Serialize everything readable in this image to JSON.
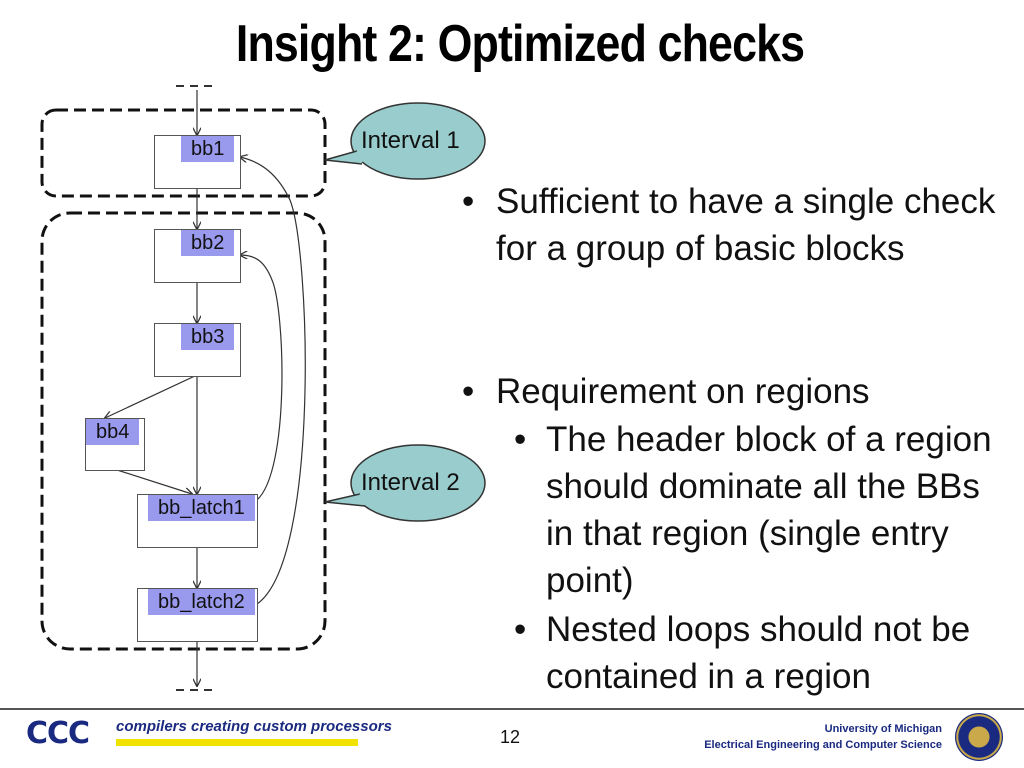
{
  "title": "Insight 2: Optimized checks",
  "diagram": {
    "blocks": [
      {
        "id": "bb1",
        "label": "bb1"
      },
      {
        "id": "bb2",
        "label": "bb2"
      },
      {
        "id": "bb3",
        "label": "bb3"
      },
      {
        "id": "bb4",
        "label": "bb4"
      },
      {
        "id": "bb_latch1",
        "label": "bb_latch1"
      },
      {
        "id": "bb_latch2",
        "label": "bb_latch2"
      }
    ],
    "callouts": {
      "interval1": "Interval 1",
      "interval2": "Interval 2"
    }
  },
  "bullets": [
    {
      "text": "Sufficient to have a single check for a group of basic blocks"
    },
    {
      "text": "Requirement on regions"
    }
  ],
  "sub_bullets": [
    {
      "text": "The header block of a region should dominate all the BBs in that region (single entry point)"
    },
    {
      "text": "Nested loops should not be contained in a region"
    }
  ],
  "footer": {
    "logo_text": "CCC",
    "tagline": "compilers creating custom processors",
    "page_number": "12",
    "university": "University of Michigan",
    "department": "Electrical Engineering and Computer Science"
  },
  "colors": {
    "block_label_bg": "#9999ee",
    "callout_fill": "#99cccc",
    "logo_blue": "#1a2a80",
    "logo_yellow": "#f2e200"
  }
}
